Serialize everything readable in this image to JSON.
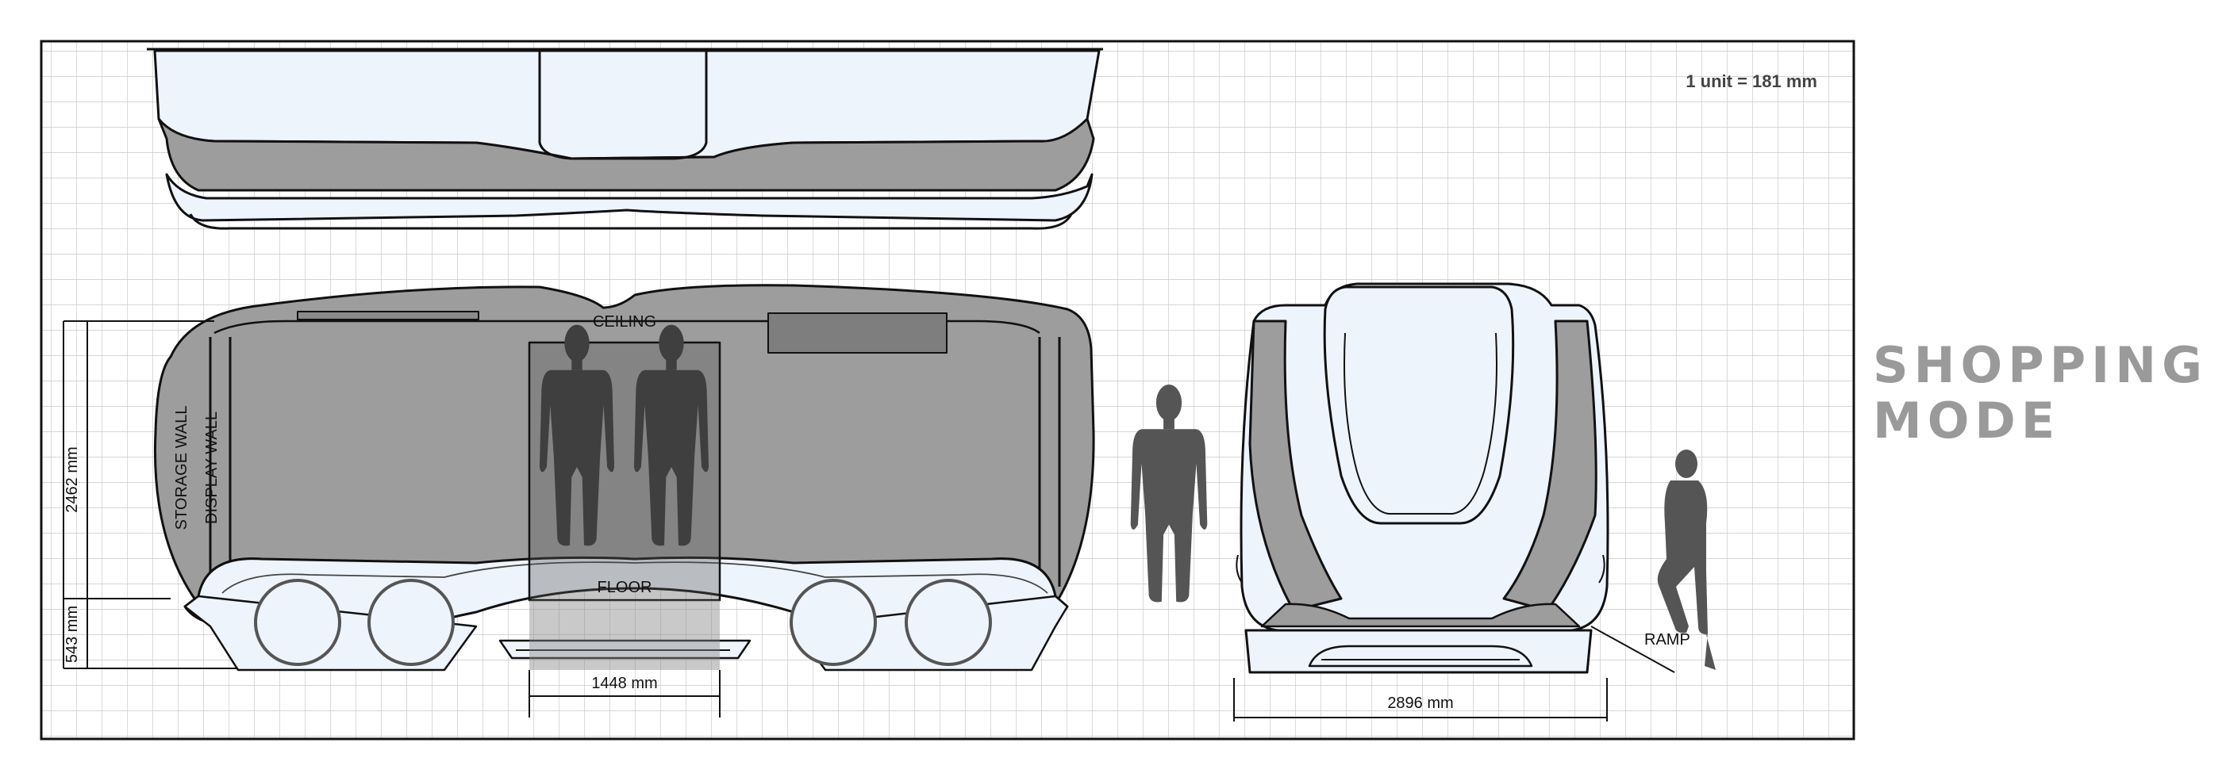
{
  "title": {
    "line1": "SHOPPING",
    "line2": "MODE"
  },
  "scale_note": "1 unit = 181 mm",
  "labels": {
    "ceiling": "CEILING",
    "floor": "FLOOR",
    "storage_wall": "STORAGE WALL",
    "display_wall": "DISPLAY WALL",
    "ramp": "RAMP"
  },
  "dimensions": {
    "interior_height": "2462 mm",
    "floor_height": "543 mm",
    "door_width": "1448 mm",
    "vehicle_width": "2896 mm"
  },
  "colors": {
    "grid": "#c9c9c9",
    "body_fill": "#eef4fc",
    "interior_gray": "#9d9d9d",
    "figure": "#555555",
    "title_gray": "#9a9a9a"
  },
  "icons": {
    "figures": [
      "standing-person-icon",
      "walking-person-icon"
    ]
  }
}
